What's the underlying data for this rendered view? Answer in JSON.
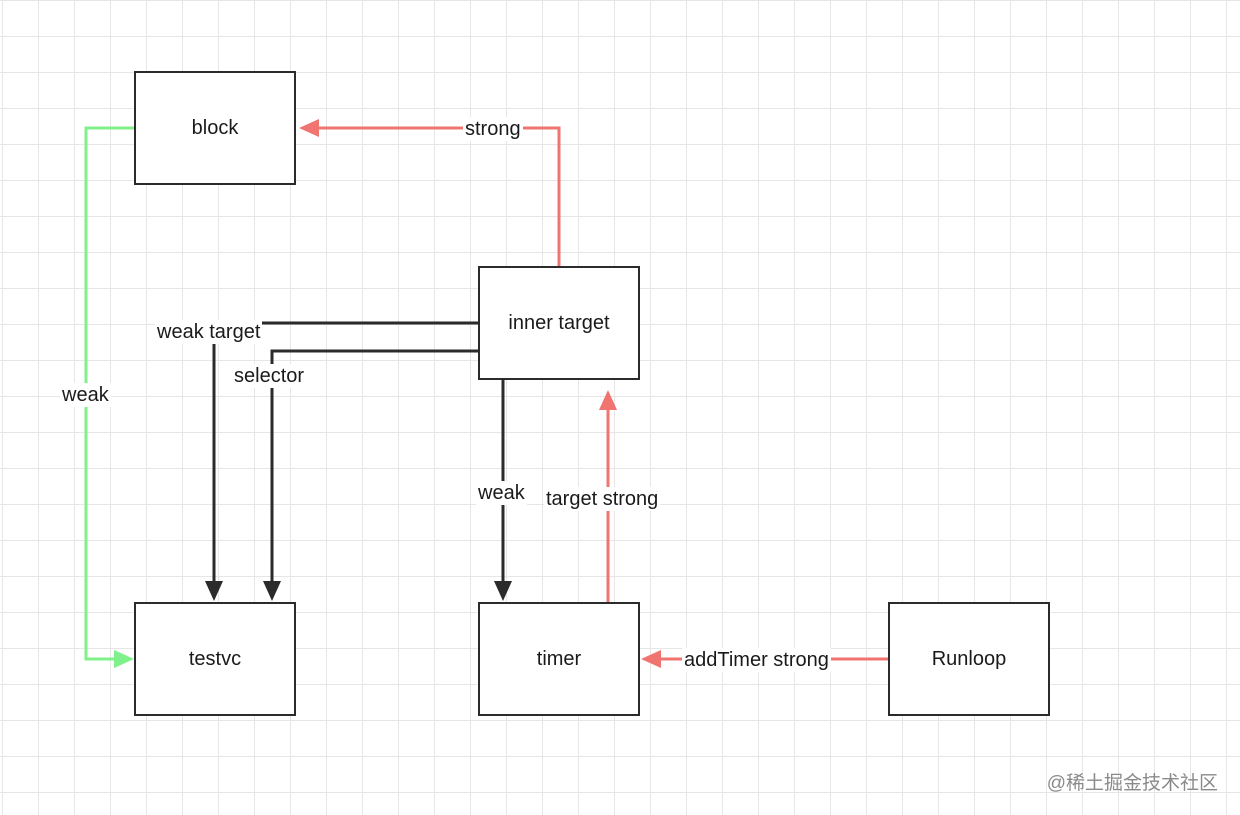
{
  "colors": {
    "strong": "#f07470",
    "weak_green": "#7ff08a",
    "neutral": "#2b2b2b",
    "grid": "#e6e6e6"
  },
  "nodes": {
    "block": "block",
    "inner_target": "inner target",
    "testvc": "testvc",
    "timer": "timer",
    "runloop": "Runloop"
  },
  "edges": {
    "inner_to_block": "strong",
    "block_to_testvc": "weak",
    "inner_to_testvc_target": "weak target",
    "inner_to_testvc_selector": "selector",
    "inner_to_timer": "weak",
    "timer_to_inner": "target strong",
    "runloop_to_timer": "addTimer strong"
  },
  "watermark": "@稀土掘金技术社区"
}
